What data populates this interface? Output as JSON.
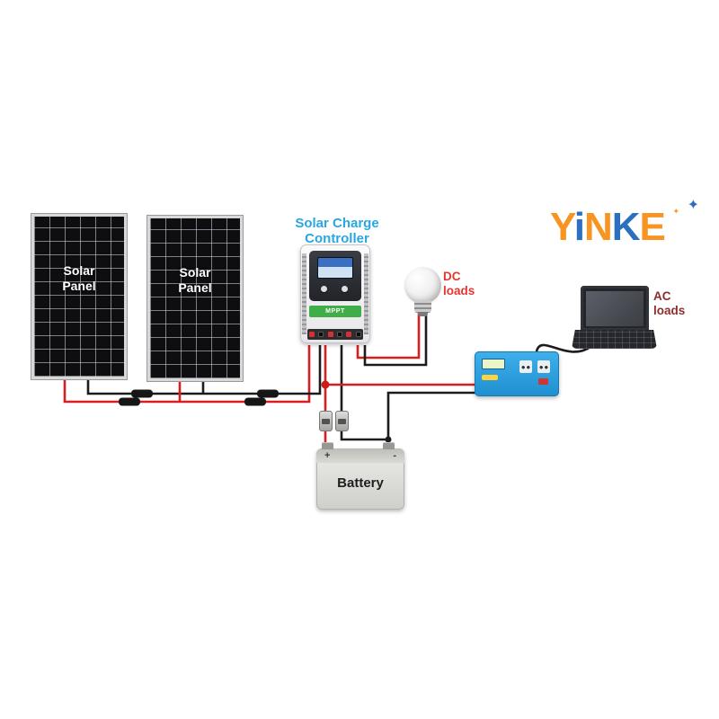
{
  "logo": {
    "letters": [
      "Y",
      "i",
      "N",
      "K",
      "E"
    ],
    "sparkle": "✦",
    "colors": {
      "orange": "#f79422",
      "blue": "#2a6fc0"
    }
  },
  "labels": {
    "controller": {
      "line1": "Solar Charge",
      "line2": "Controller"
    },
    "solar_panel": {
      "line1": "Solar",
      "line2": "Panel"
    },
    "dc_loads": {
      "line1": "DC",
      "line2": "loads"
    },
    "ac_loads": {
      "line1": "AC",
      "line2": "loads"
    },
    "battery": {
      "label": "Battery",
      "plus": "+",
      "minus": "-"
    },
    "controller_device": {
      "mppt": "MPPT"
    }
  },
  "colors": {
    "wire_red": "#d81f1f",
    "wire_black": "#1c1c1e",
    "controller_label_blue": "#29a7e1",
    "dc_loads_red": "#e8352e",
    "ac_loads_dark_red": "#8e2d2d",
    "inverter_blue": "#2f9fe0",
    "mppt_green": "#3fae49"
  }
}
